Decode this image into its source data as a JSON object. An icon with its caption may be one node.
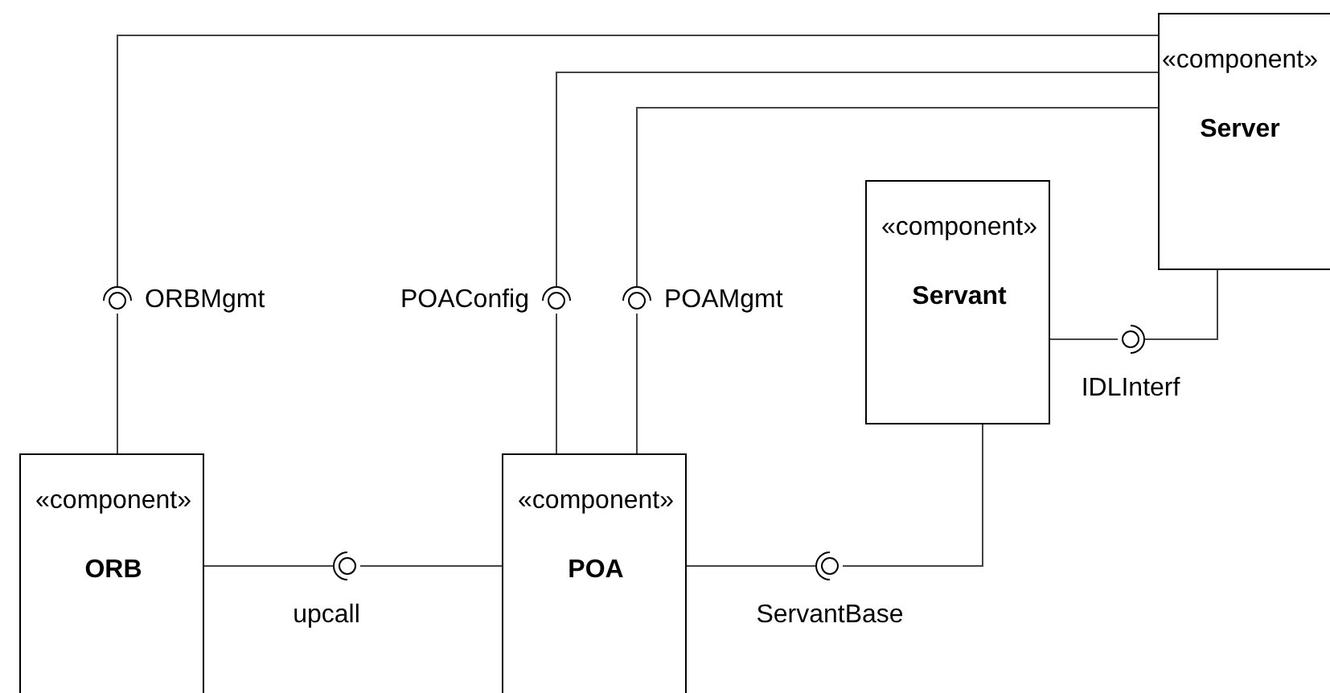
{
  "diagram": {
    "nodes": [
      {
        "text": [
          "«component»",
          "Server"
        ]
      },
      {
        "text": [
          "«component»",
          "Servant"
        ]
      },
      {
        "text": [
          "«component»",
          "ORB"
        ]
      },
      {
        "text": [
          "«component»",
          "POA"
        ]
      },
      {
        "text": [
          "ORBMgmt"
        ]
      },
      {
        "text": [
          "POAConfig"
        ]
      },
      {
        "text": [
          "POAMgmt"
        ]
      },
      {
        "text": [
          "IDLInterf"
        ]
      },
      {
        "text": [
          "upcall"
        ]
      },
      {
        "text": [
          "ServantBase"
        ]
      }
    ],
    "edges": [
      {
        "from": 0,
        "to": 4,
        "arrow": "none"
      },
      {
        "from": 2,
        "to": 4,
        "arrow": "none"
      },
      {
        "from": 0,
        "to": 5,
        "arrow": "none"
      },
      {
        "from": 3,
        "to": 5,
        "arrow": "none"
      },
      {
        "from": 0,
        "to": 6,
        "arrow": "none"
      },
      {
        "from": 3,
        "to": 6,
        "arrow": "none"
      },
      {
        "from": 1,
        "to": 7,
        "arrow": "none"
      },
      {
        "from": 0,
        "to": 7,
        "arrow": "none"
      },
      {
        "from": 2,
        "to": 8,
        "arrow": "none"
      },
      {
        "from": 3,
        "to": 8,
        "arrow": "none"
      },
      {
        "from": 3,
        "to": 9,
        "arrow": "none"
      },
      {
        "from": 1,
        "to": 9,
        "arrow": "none"
      }
    ]
  }
}
